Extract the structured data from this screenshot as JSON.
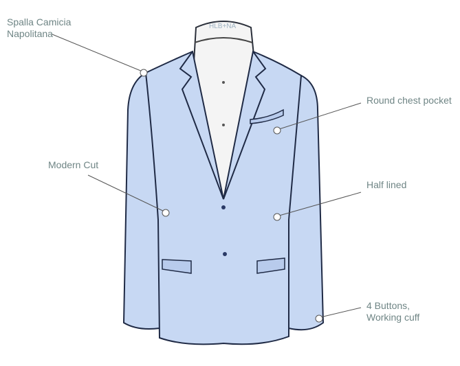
{
  "logo_text": "HLB+NA",
  "colors": {
    "jacket": "#c7d8f3",
    "outline": "#1f2a45",
    "label": "#6f8585",
    "shirt": "#f4f4f4"
  },
  "annotations": [
    {
      "line1": "Spalla Camicia",
      "line2": "Napolitana"
    },
    {
      "line1": "Round chest pocket"
    },
    {
      "line1": "Modern Cut"
    },
    {
      "line1": "Half lined"
    },
    {
      "line1": "4 Buttons,",
      "line2": "Working cuff"
    }
  ]
}
